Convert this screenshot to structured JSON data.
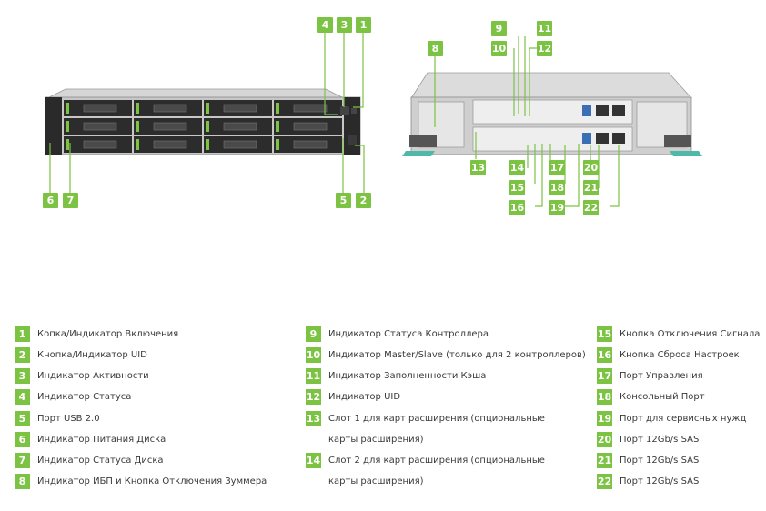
{
  "colors": {
    "accent": "#7cc243",
    "text": "#3a3a3a"
  },
  "front_callouts": [
    "1",
    "2",
    "3",
    "4",
    "5",
    "6",
    "7"
  ],
  "rear_callouts": [
    "8",
    "9",
    "10",
    "11",
    "12",
    "13",
    "14",
    "15",
    "16",
    "17",
    "18",
    "19",
    "20",
    "21",
    "22"
  ],
  "legend": [
    {
      "num": "1",
      "text": "Копка/Индикатор Включения"
    },
    {
      "num": "2",
      "text": "Кнопка/Индикатор UID"
    },
    {
      "num": "3",
      "text": "Индикатор Активности"
    },
    {
      "num": "4",
      "text": "Индикатор Статуса"
    },
    {
      "num": "5",
      "text": "Порт USB 2.0"
    },
    {
      "num": "6",
      "text": "Индикатор Питания Диска"
    },
    {
      "num": "7",
      "text": "Индикатор Статуса Диска"
    },
    {
      "num": "8",
      "text": "Индикатор ИБП и Кнопка Отключения Зуммера"
    },
    {
      "num": "9",
      "text": "Индикатор Статуса Контроллера"
    },
    {
      "num": "10",
      "text": "Индикатор Master/Slave (только для 2 контроллеров)"
    },
    {
      "num": "11",
      "text": "Индикатор Заполненности Кэша"
    },
    {
      "num": "12",
      "text": "Индикатор UID"
    },
    {
      "num": "13",
      "text": "Слот 1 для карт расширения (опциональные карты расширения)"
    },
    {
      "num": "14",
      "text": "Слот 2 для карт расширения (опциональные карты расширения)"
    },
    {
      "num": "15",
      "text": "Кнопка Отключения Сигнала"
    },
    {
      "num": "16",
      "text": "Кнопка Сброса Настроек"
    },
    {
      "num": "17",
      "text": "Порт Управления"
    },
    {
      "num": "18",
      "text": "Консольный Порт"
    },
    {
      "num": "19",
      "text": "Порт для сервисных нужд"
    },
    {
      "num": "20",
      "text": "Порт 12Gb/s SAS"
    },
    {
      "num": "21",
      "text": "Порт 12Gb/s SAS"
    },
    {
      "num": "22",
      "text": "Порт 12Gb/s SAS"
    }
  ]
}
